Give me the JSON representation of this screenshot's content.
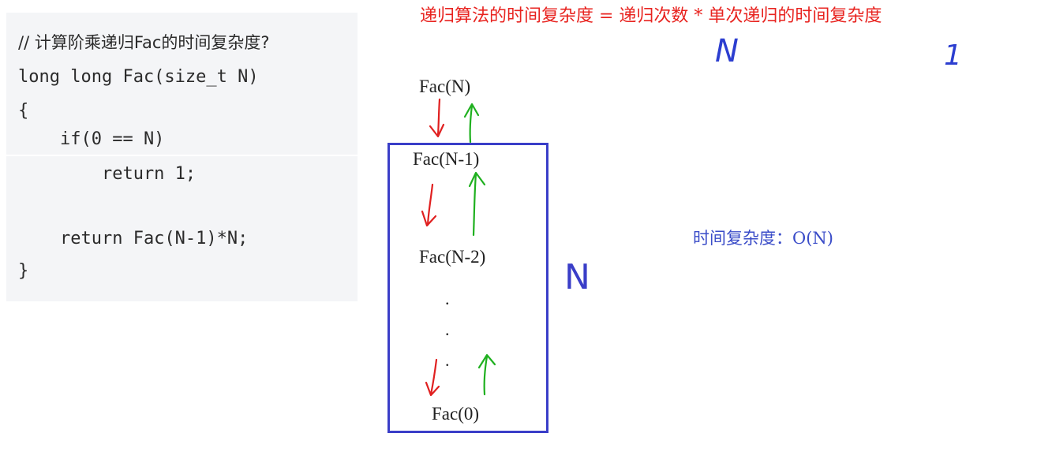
{
  "code": {
    "lines": [
      "// 计算阶乘递归Fac的时间复杂度?",
      "long long Fac(size_t N)",
      "{",
      "    if(0 == N)",
      "        return 1;",
      "",
      "    return Fac(N-1)*N;",
      "}"
    ]
  },
  "diagram": {
    "formula": "递归算法的时间复杂度 = 递归次数 * 单次递归的时间复杂度",
    "handwritten_count": "N",
    "handwritten_single": "1",
    "calls": {
      "top": "Fac(N)",
      "first": "Fac(N-1)",
      "second": "Fac(N-2)",
      "last": "Fac(0)"
    },
    "ellipsis_dot": ".",
    "box_label": "N",
    "complexity": "时间复杂度：O(N)",
    "colors": {
      "formula": "#e8231f",
      "call_arrow": "#e02020",
      "return_arrow": "#1fb01f",
      "box": "#3a3ec8",
      "complexity": "#3a4cc8"
    }
  }
}
